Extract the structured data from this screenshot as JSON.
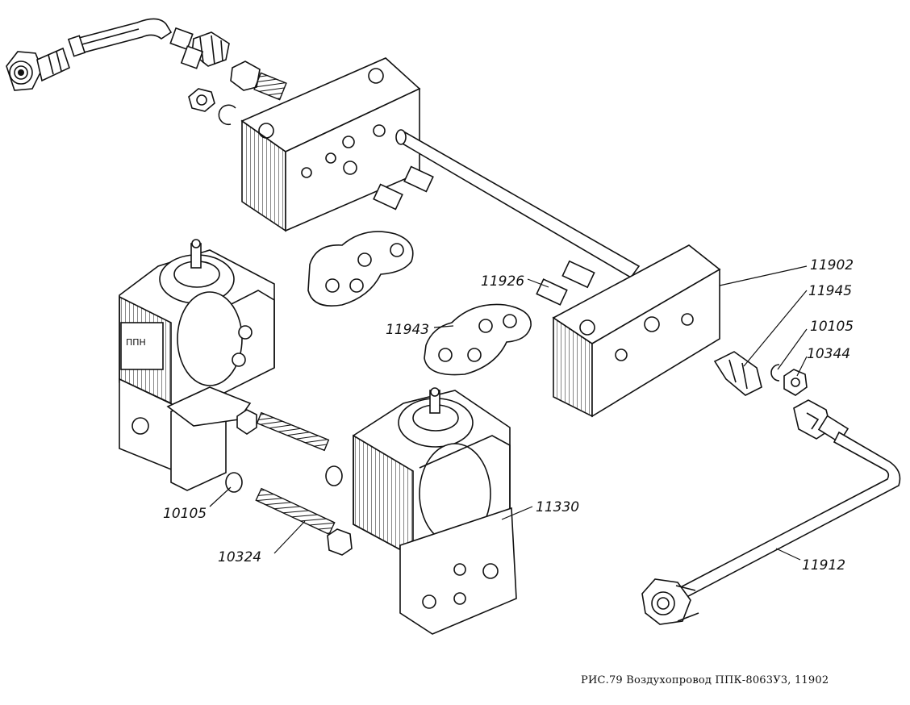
{
  "caption": "РИС.79 Воздухопровод ППК-8063У3, 11902",
  "labels": {
    "l11902": "11902",
    "l11945": "11945",
    "l10105_right": "10105",
    "l10344": "10344",
    "l11926": "11926",
    "l11943": "11943",
    "l11330": "11330",
    "l10105_left": "10105",
    "l10324": "10324",
    "l11912": "11912"
  },
  "nameplate_text": "ППН"
}
